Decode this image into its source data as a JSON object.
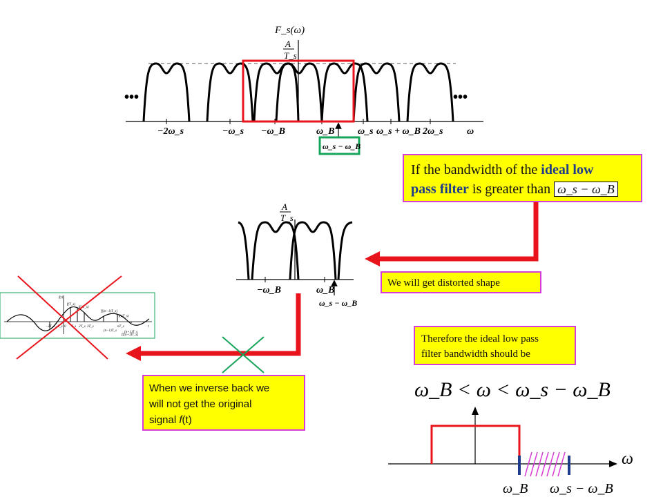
{
  "spectrum": {
    "ylabel": "F_s(ω)",
    "amp_label_top": "A",
    "amp_label_bottom": "T_s",
    "ellipsis_left": "•••",
    "ellipsis_right": "•••",
    "x_ticks": [
      "−2ω_s",
      "−ω_s",
      "−ω_B",
      "ω_B",
      "ω_s",
      "ω_s + ω_B",
      "2ω_s",
      "ω"
    ],
    "arrow_label": "ω_s − ω_B"
  },
  "narrow": {
    "amp_label_top": "A",
    "amp_label_bottom": "T_s",
    "x_ticks": [
      "−ω_B",
      "ω_B"
    ],
    "arrow_label": "ω_s − ω_B"
  },
  "callouts": {
    "bandwidth": {
      "line1_pre": "If  the bandwidth of the ",
      "line1_hl": "ideal low",
      "line2_hl": "pass filter",
      "line2_post": " is greater than ",
      "math": "ω_s − ω_B"
    },
    "distorted": "We will get distorted shape",
    "inverse_line1": "When we inverse back we",
    "inverse_line2": "will not get the original",
    "inverse_line3_pre": "signal ",
    "inverse_line3_f": "f",
    "inverse_line3_post": "(t)",
    "therefore_line1": "Therefore the ideal low pass",
    "therefore_line2": "filter bandwidth should be"
  },
  "inequality": "ω_B < ω < ω_s − ω_B",
  "filter": {
    "axis_label": "ω",
    "label_left": "ω_B",
    "label_right": "ω_s − ω_B"
  },
  "thumbnail": {
    "labels": [
      "f(t)",
      "f(T_s)",
      "f(2T_s)",
      "f[(n−1)T_s]",
      "f(nT_s)",
      "f[(n+1)T_s]",
      "−2T_s",
      "−T_s",
      "0",
      "T_s",
      "2T_s",
      "3T_s",
      "(n−1)T_s",
      "nT_s",
      "(n+1)T_s",
      "t"
    ]
  },
  "colors": {
    "red": "#e8141c",
    "green": "#16a35a",
    "yellow": "#ffff00",
    "magenta": "#d63cd6",
    "navy": "#1f3c8a"
  }
}
